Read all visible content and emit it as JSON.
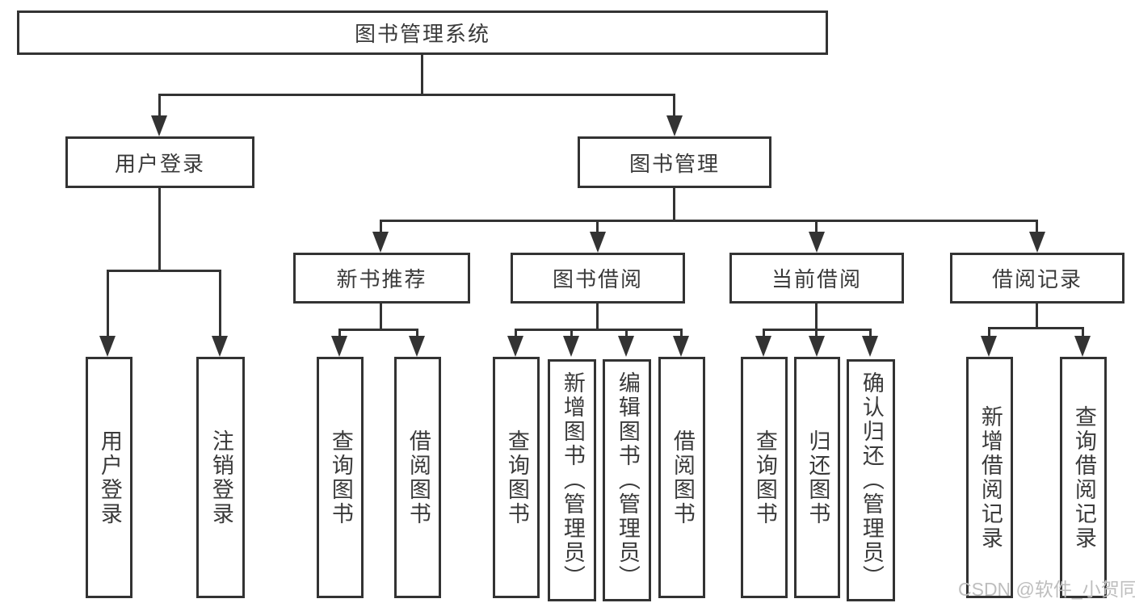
{
  "diagram": {
    "root": {
      "label": "图书管理系统"
    },
    "level2": [
      {
        "label": "用户登录",
        "parent": "图书管理系统"
      },
      {
        "label": "图书管理",
        "parent": "图书管理系统"
      }
    ],
    "level3": [
      {
        "label": "新书推荐",
        "parent": "图书管理"
      },
      {
        "label": "图书借阅",
        "parent": "图书管理"
      },
      {
        "label": "当前借阅",
        "parent": "图书管理"
      },
      {
        "label": "借阅记录",
        "parent": "图书管理"
      }
    ],
    "leaves": [
      {
        "label": "用户登录",
        "parent": "用户登录"
      },
      {
        "label": "注销登录",
        "parent": "用户登录"
      },
      {
        "label": "查询图书",
        "parent": "新书推荐"
      },
      {
        "label": "借阅图书",
        "parent": "新书推荐"
      },
      {
        "label": "查询图书",
        "parent": "图书借阅"
      },
      {
        "label": "新增图书（管理员）",
        "parent": "图书借阅"
      },
      {
        "label": "编辑图书（管理员）",
        "parent": "图书借阅"
      },
      {
        "label": "借阅图书",
        "parent": "图书借阅"
      },
      {
        "label": "查询图书",
        "parent": "当前借阅"
      },
      {
        "label": "归还图书",
        "parent": "当前借阅"
      },
      {
        "label": "确认归还（管理员）",
        "parent": "当前借阅"
      },
      {
        "label": "新增借阅记录",
        "parent": "借阅记录"
      },
      {
        "label": "查询借阅记录",
        "parent": "借阅记录"
      }
    ]
  },
  "watermark": {
    "text": "CSDN @软件_小贺同学"
  },
  "colors": {
    "line": "#333333",
    "box_border": "#333333",
    "text": "#3a3a3a",
    "watermark": "#bebebe",
    "background": "#ffffff"
  }
}
